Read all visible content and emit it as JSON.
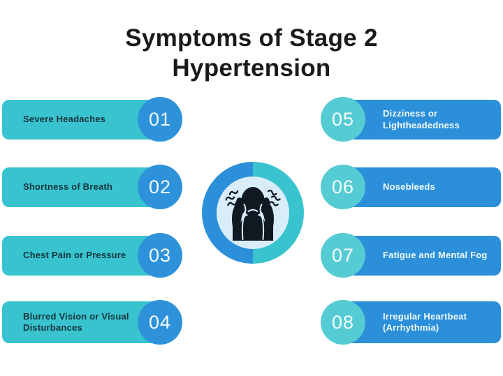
{
  "title": {
    "line1": "Symptoms of Stage 2",
    "line2": "Hypertension"
  },
  "items": [
    {
      "number": "01",
      "label": "Severe Headaches",
      "side": "left"
    },
    {
      "number": "02",
      "label": "Shortness of Breath",
      "side": "left"
    },
    {
      "number": "03",
      "label": "Chest Pain or Pressure",
      "side": "left"
    },
    {
      "number": "04",
      "label": "Blurred Vision or Visual Disturbances",
      "side": "left"
    },
    {
      "number": "05",
      "label": "Dizziness or Lightheadedness",
      "side": "right"
    },
    {
      "number": "06",
      "label": "Nosebleeds",
      "side": "right"
    },
    {
      "number": "07",
      "label": "Fatigue and Mental Fog",
      "side": "right"
    },
    {
      "number": "08",
      "label": "Irregular Heartbeat (Arrhythmia)",
      "side": "right"
    }
  ],
  "center_icon": "stressed-person-headache-icon",
  "colors": {
    "teal_bar": "#38c3ce",
    "teal_badge": "#55cbd3",
    "blue_bar": "#2b8fd9",
    "blue_badge": "#2e92da",
    "inner_circle": "#d9edf8",
    "dark_label": "#17343d",
    "light_label": "#f2fbff",
    "title_text": "#1a1a1a",
    "background": "#ffffff",
    "silhouette": "#101821"
  }
}
